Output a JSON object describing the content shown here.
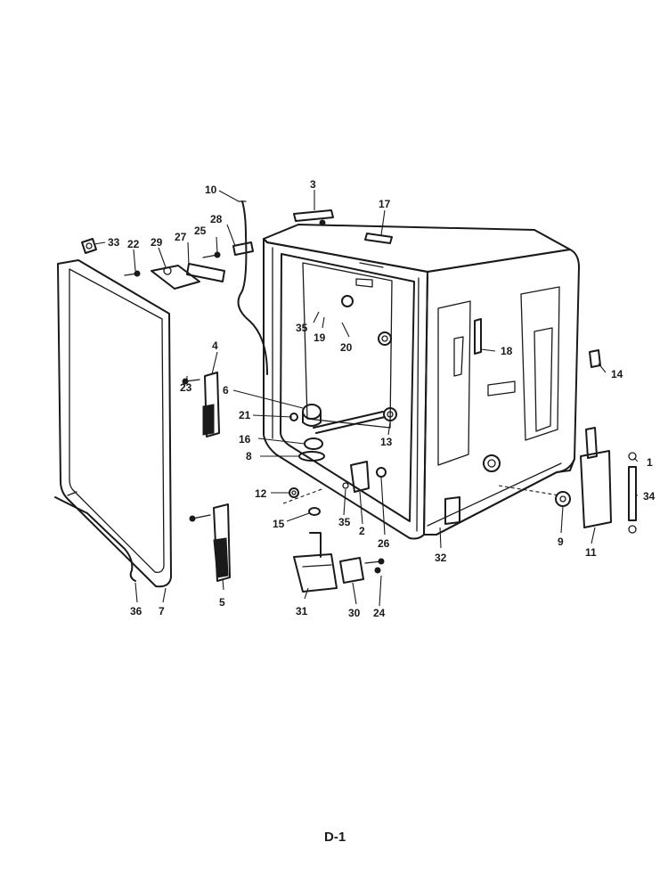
{
  "callouts": {
    "c1": "1",
    "c2": "2",
    "c3": "3",
    "c4": "4",
    "c5": "5",
    "c6": "6",
    "c7": "7",
    "c8": "8",
    "c9": "9",
    "c10": "10",
    "c11": "11",
    "c12": "12",
    "c13": "13",
    "c14": "14",
    "c15": "15",
    "c16": "16",
    "c17": "17",
    "c18": "18",
    "c19": "19",
    "c20": "20",
    "c21": "21",
    "c22": "22",
    "c23": "23",
    "c24": "24",
    "c25": "25",
    "c26": "26",
    "c27": "27",
    "c28": "28",
    "c29": "29",
    "c30": "30",
    "c31": "31",
    "c32": "32",
    "c33": "33",
    "c34": "34",
    "c35a": "35",
    "c35b": "35",
    "c36": "36"
  },
  "page_code": "D-1"
}
